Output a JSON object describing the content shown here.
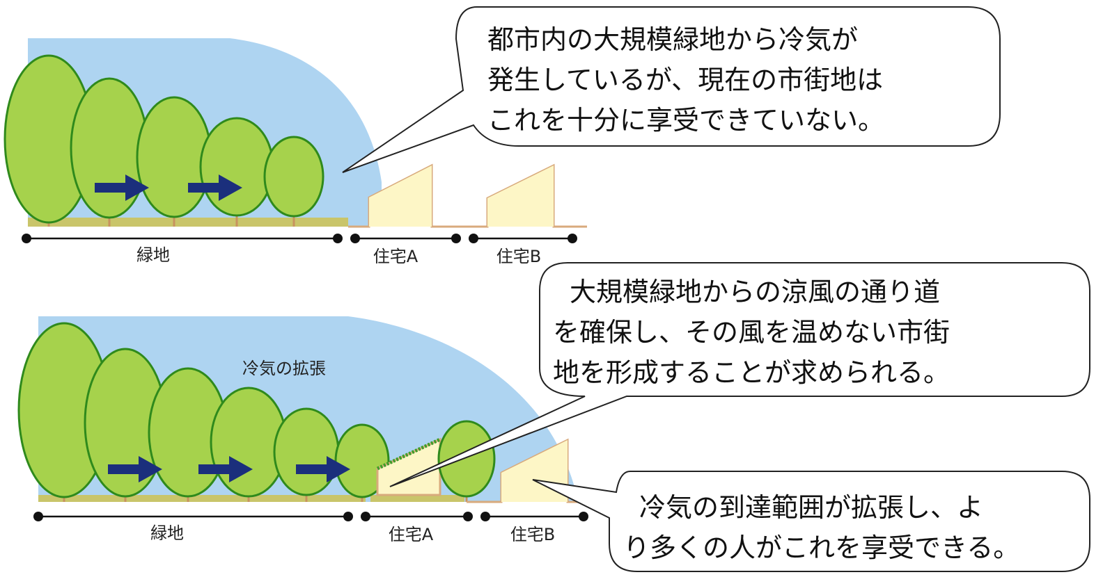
{
  "top_scene": {
    "green_label": "緑地",
    "house_a_label": "住宅A",
    "house_b_label": "住宅B"
  },
  "bottom_scene": {
    "cool_air_label": "冷気の拡張",
    "green_label": "緑地",
    "house_a_label": "住宅A",
    "house_b_label": "住宅B"
  },
  "callouts": {
    "top": [
      "都市内の大規模緑地から冷気が",
      "発生しているが、現在の市街地は",
      "これを十分に享受できていない。"
    ],
    "middle": [
      "大規模緑地からの涼風の通り道",
      "を確保し、その風を温めない市街",
      "地を形成することが求められる。"
    ],
    "bottom": [
      "冷気の到達範囲が拡張し、よ",
      "り多くの人がこれを享受できる。"
    ]
  },
  "colors": {
    "sky": "#aed4f1",
    "tree_fill": "#a6d24c",
    "tree_stroke": "#2f8a1c",
    "trunk": "#c8925e",
    "grass": "#c9c56a",
    "house_fill": "#fdf6c6",
    "house_stroke": "#d8aa7c",
    "arrow": "#1b2f7c",
    "line": "#111111"
  }
}
